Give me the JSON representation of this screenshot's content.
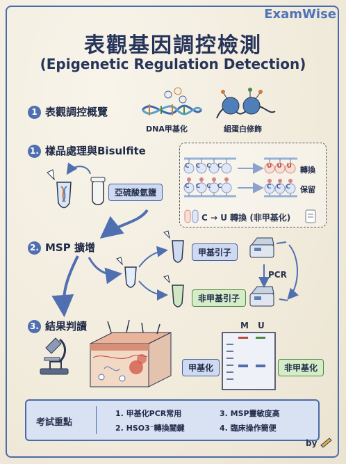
{
  "brand": "ExamWise",
  "title": "表觀基因調控檢測",
  "subtitle": "(Epigenetic Regulation Detection)",
  "section1": {
    "number": "1",
    "label": "表觀調控概覽",
    "dna_label": "DNA甲基化",
    "histone_label": "組蛋白修飾"
  },
  "section1b": {
    "number": "1.",
    "label": "樣品處理與Bisulfite",
    "reagent_label": "亞硫酸氫鹽"
  },
  "bisulfite": {
    "converted_label": "轉換",
    "kept_label": "保留",
    "note": "C → U 轉換 (非甲基化)",
    "top_letters": [
      "C",
      "C",
      "C",
      "C"
    ],
    "top_result": [
      "U",
      "U",
      "U"
    ],
    "bottom_letters": [
      "C",
      "C",
      "C",
      "C"
    ],
    "bottom_result": [
      "C",
      "C",
      "C"
    ]
  },
  "section2": {
    "number": "2.",
    "label": "MSP 擴增",
    "primer_m": "甲基引子",
    "primer_u": "非甲基引子",
    "pcr": "PCR"
  },
  "section3": {
    "number": "3.",
    "label": "結果判讀",
    "gel_m": "M",
    "gel_u": "U",
    "methylated": "甲基化",
    "unmethylated": "非甲基化"
  },
  "key_points": {
    "title": "考試重點",
    "items": [
      "1. 甲基化PCR常用",
      "2. HSO3⁻轉換關鍵",
      "3. MSP靈敏度高",
      "4. 臨床操作簡便"
    ]
  },
  "footer": "by"
}
